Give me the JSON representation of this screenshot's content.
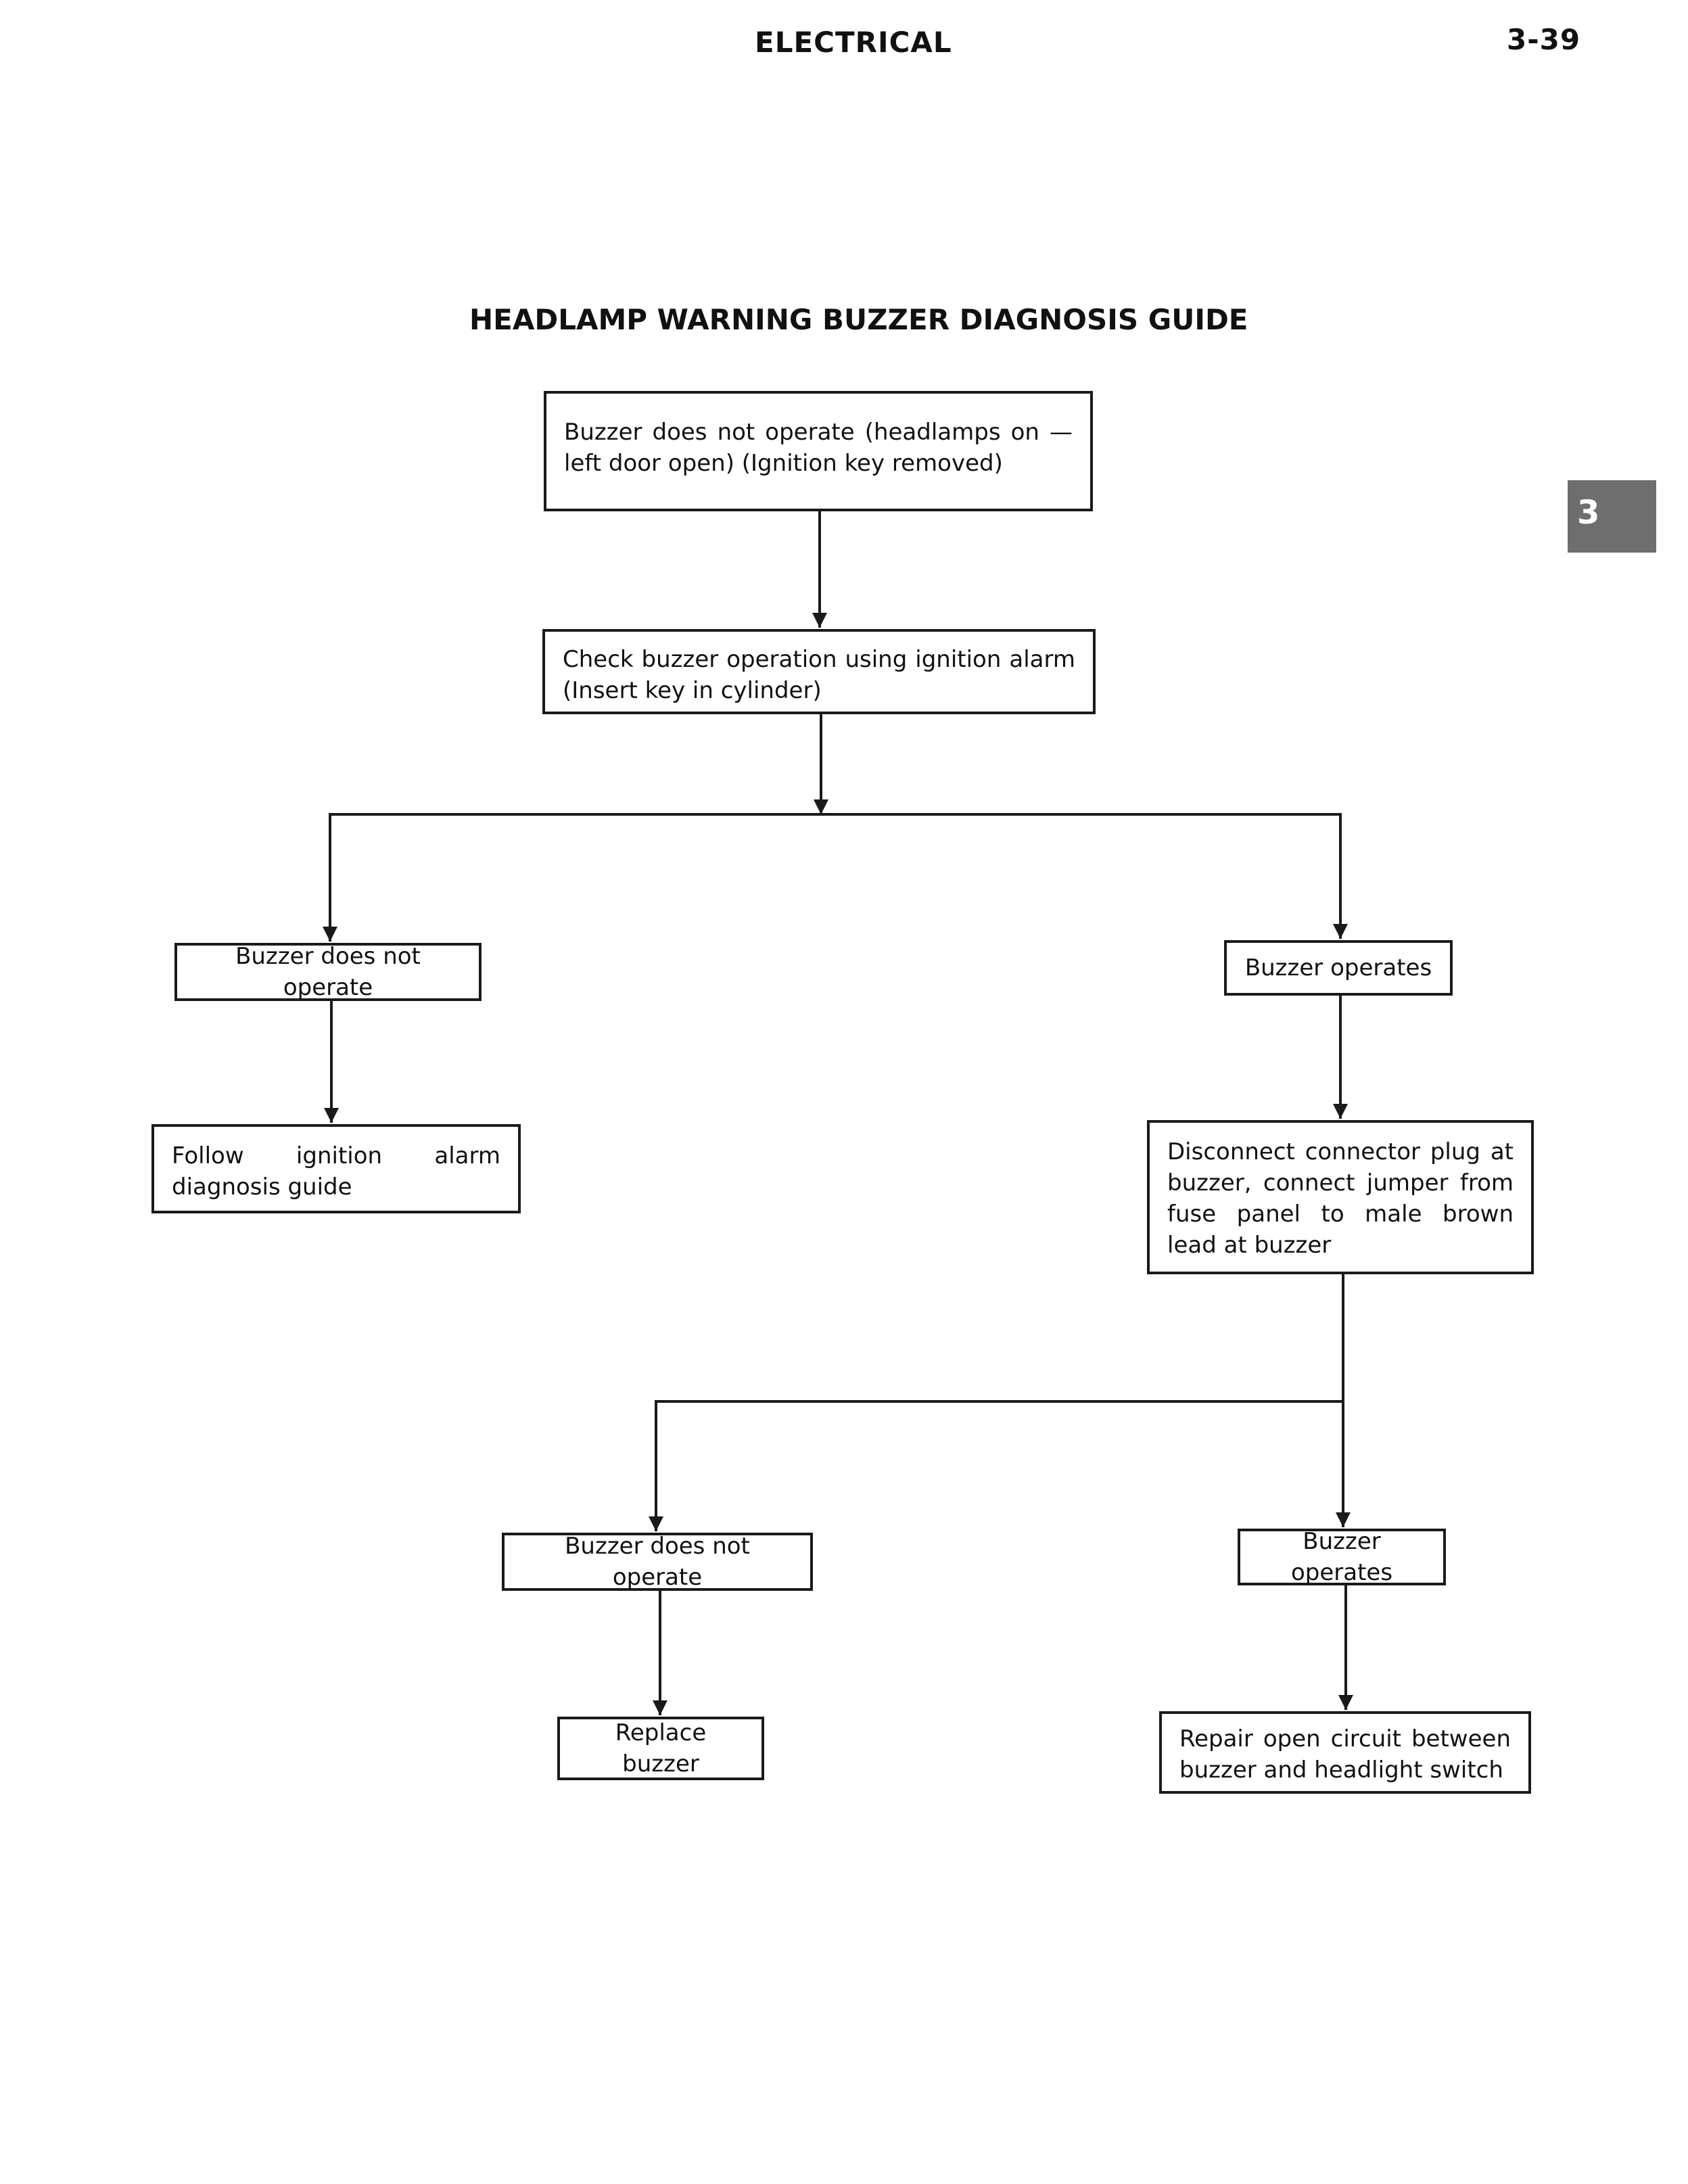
{
  "page": {
    "section": "ELECTRICAL",
    "page_number": "3-39",
    "tab_label": "3"
  },
  "diagram": {
    "title": "HEADLAMP WARNING BUZZER DIAGNOSIS GUIDE",
    "nodes": {
      "start": "Buzzer does not operate (headlamps on — left door open) (Ignition key removed)",
      "check": "Check buzzer operation using ignition alarm (Insert key in cylinder)",
      "left1": "Buzzer does not operate",
      "right1": "Buzzer operates",
      "follow": "Follow ignition alarm diagnosis guide",
      "disconnect": "Disconnect connector plug at buzzer, connect jumper from fuse panel to male brown lead at buzzer",
      "left2": "Buzzer does not operate",
      "right2": "Buzzer operates",
      "replace": "Replace buzzer",
      "repair": "Repair open circuit between buzzer and headlight switch"
    },
    "edges": [
      {
        "from": "start",
        "to": "check"
      },
      {
        "from": "check",
        "to": "left1"
      },
      {
        "from": "check",
        "to": "right1"
      },
      {
        "from": "left1",
        "to": "follow"
      },
      {
        "from": "right1",
        "to": "disconnect"
      },
      {
        "from": "disconnect",
        "to": "left2"
      },
      {
        "from": "disconnect",
        "to": "right2"
      },
      {
        "from": "left2",
        "to": "replace"
      },
      {
        "from": "right2",
        "to": "repair"
      }
    ]
  }
}
